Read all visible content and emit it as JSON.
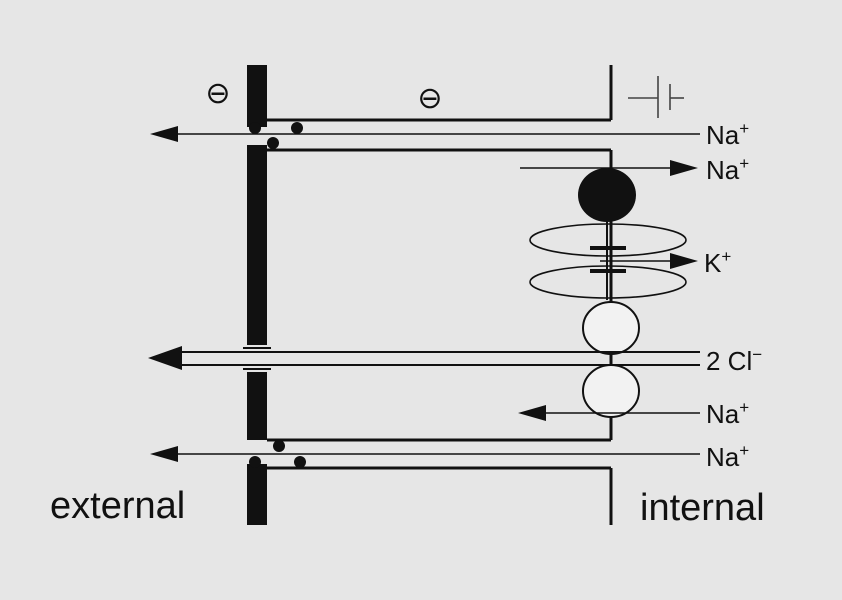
{
  "colors": {
    "background": "#e6e6e6",
    "ink": "#111111",
    "fill_white": "#f2f2f2"
  },
  "labels": {
    "external": "external",
    "internal": "internal",
    "minus_left": "⊖",
    "minus_right": "⊖"
  },
  "ions": {
    "na_top": {
      "text": "Na",
      "sup": "+"
    },
    "na_second": {
      "text": "Na",
      "sup": "+"
    },
    "k": {
      "text": "K",
      "sup": "+"
    },
    "cl": {
      "text": "2 Cl",
      "sup": "−"
    },
    "na_lower": {
      "text": "Na",
      "sup": "+"
    },
    "na_bottom": {
      "text": "Na",
      "sup": "+"
    }
  },
  "icons": {
    "battery": "battery-icon"
  }
}
